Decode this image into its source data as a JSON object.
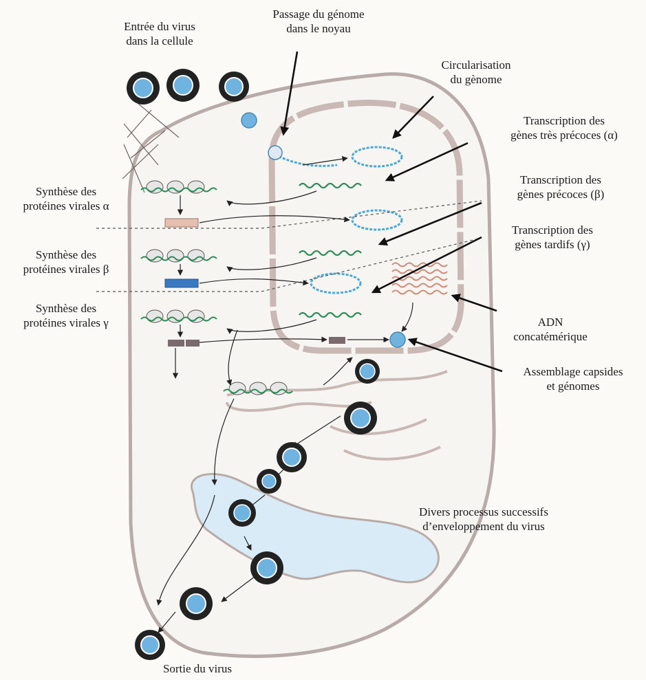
{
  "labels": {
    "virus_entry": [
      "Entrée du virus",
      "dans la cellule"
    ],
    "genome_nucleus": [
      "Passage du génome",
      "dans le noyau"
    ],
    "circularisation": [
      "Circularisation",
      "du gènome"
    ],
    "alpha_transcription": [
      "Transcription des",
      "gènes très précoces (α)"
    ],
    "beta_transcription": [
      "Transcription des",
      "gènes  précoces (β)"
    ],
    "gamma_transcription": [
      "Transcription des",
      "gènes tardifs (γ)"
    ],
    "alpha_synthesis": [
      "Synthèse des",
      "protéines virales α"
    ],
    "beta_synthesis": [
      "Synthèse des",
      "protéines virales β"
    ],
    "gamma_synthesis": [
      "Synthèse des",
      "protéines virales γ"
    ],
    "concatemeric_dna": [
      "ADN",
      "concatémérique"
    ],
    "capsid_assembly": [
      "Assemblage capsides",
      "et génomes"
    ],
    "envelopment": [
      "Divers processus successifs",
      "d’enveloppement du virus"
    ],
    "virus_exit": "Sortie du virus"
  },
  "colors": {
    "membrane": "#cbbcb8",
    "membrane_stroke": "#9a8c88",
    "dna_blue": "#4aa8d8",
    "mrna_green": "#2e8b57",
    "protein_alpha": "#e7bfae",
    "protein_beta": "#3a78c0",
    "protein_gamma": "#7a6a6e",
    "vacuole": "#d9ebf7",
    "envelope": "#1e1e1e",
    "capsid": "#6fb3e0"
  }
}
